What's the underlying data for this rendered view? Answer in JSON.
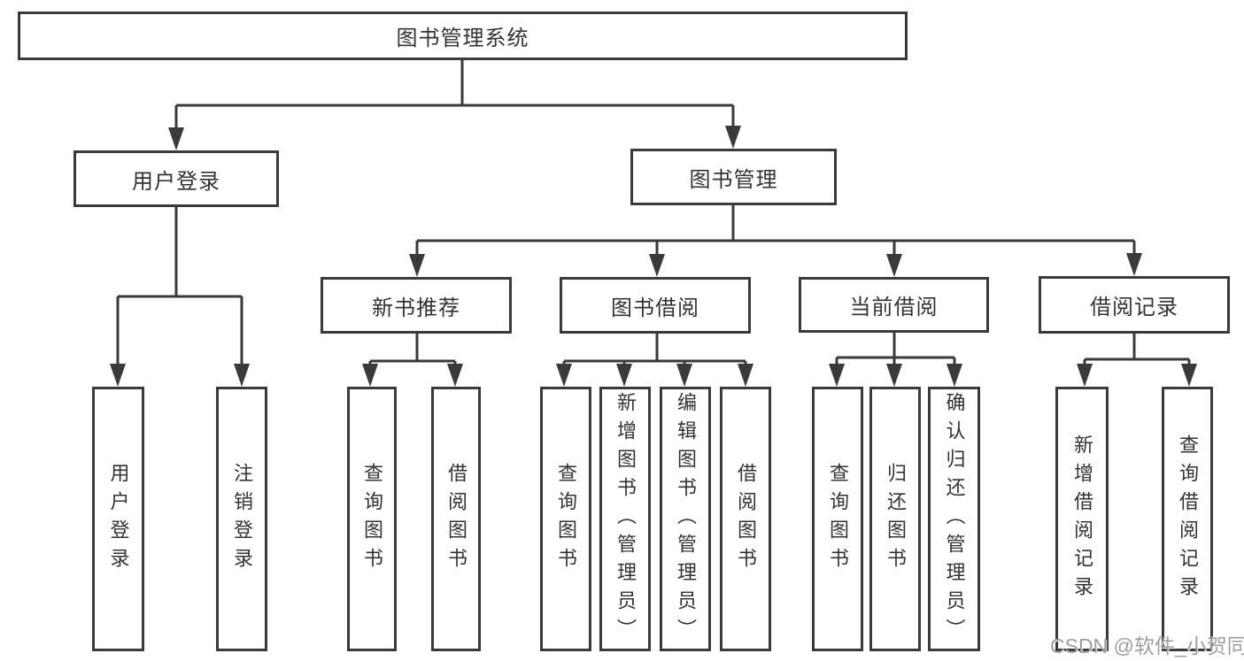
{
  "diagram": {
    "colors": {
      "line": "#3a3a3a",
      "box_border": "#3a3a3a",
      "text": "#333333",
      "background": "#ffffff",
      "watermark_text_color": "#9e9e9e"
    },
    "watermark": "CSDN @软件_小贺同学",
    "tree": {
      "label": "图书管理系统",
      "children": [
        {
          "label": "用户登录",
          "children": [
            {
              "label": "用户登录"
            },
            {
              "label": "注销登录"
            }
          ]
        },
        {
          "label": "图书管理",
          "children": [
            {
              "label": "新书推荐",
              "children": [
                {
                  "label": "查询图书"
                },
                {
                  "label": "借阅图书"
                }
              ]
            },
            {
              "label": "图书借阅",
              "children": [
                {
                  "label": "查询图书"
                },
                {
                  "label": "新增图书（管理员）"
                },
                {
                  "label": "编辑图书（管理员）"
                },
                {
                  "label": "借阅图书"
                }
              ]
            },
            {
              "label": "当前借阅",
              "children": [
                {
                  "label": "查询图书"
                },
                {
                  "label": "归还图书"
                },
                {
                  "label": "确认归还（管理员）"
                }
              ]
            },
            {
              "label": "借阅记录",
              "children": [
                {
                  "label": "新增借阅记录"
                },
                {
                  "label": "查询借阅记录"
                }
              ]
            }
          ]
        }
      ]
    }
  }
}
